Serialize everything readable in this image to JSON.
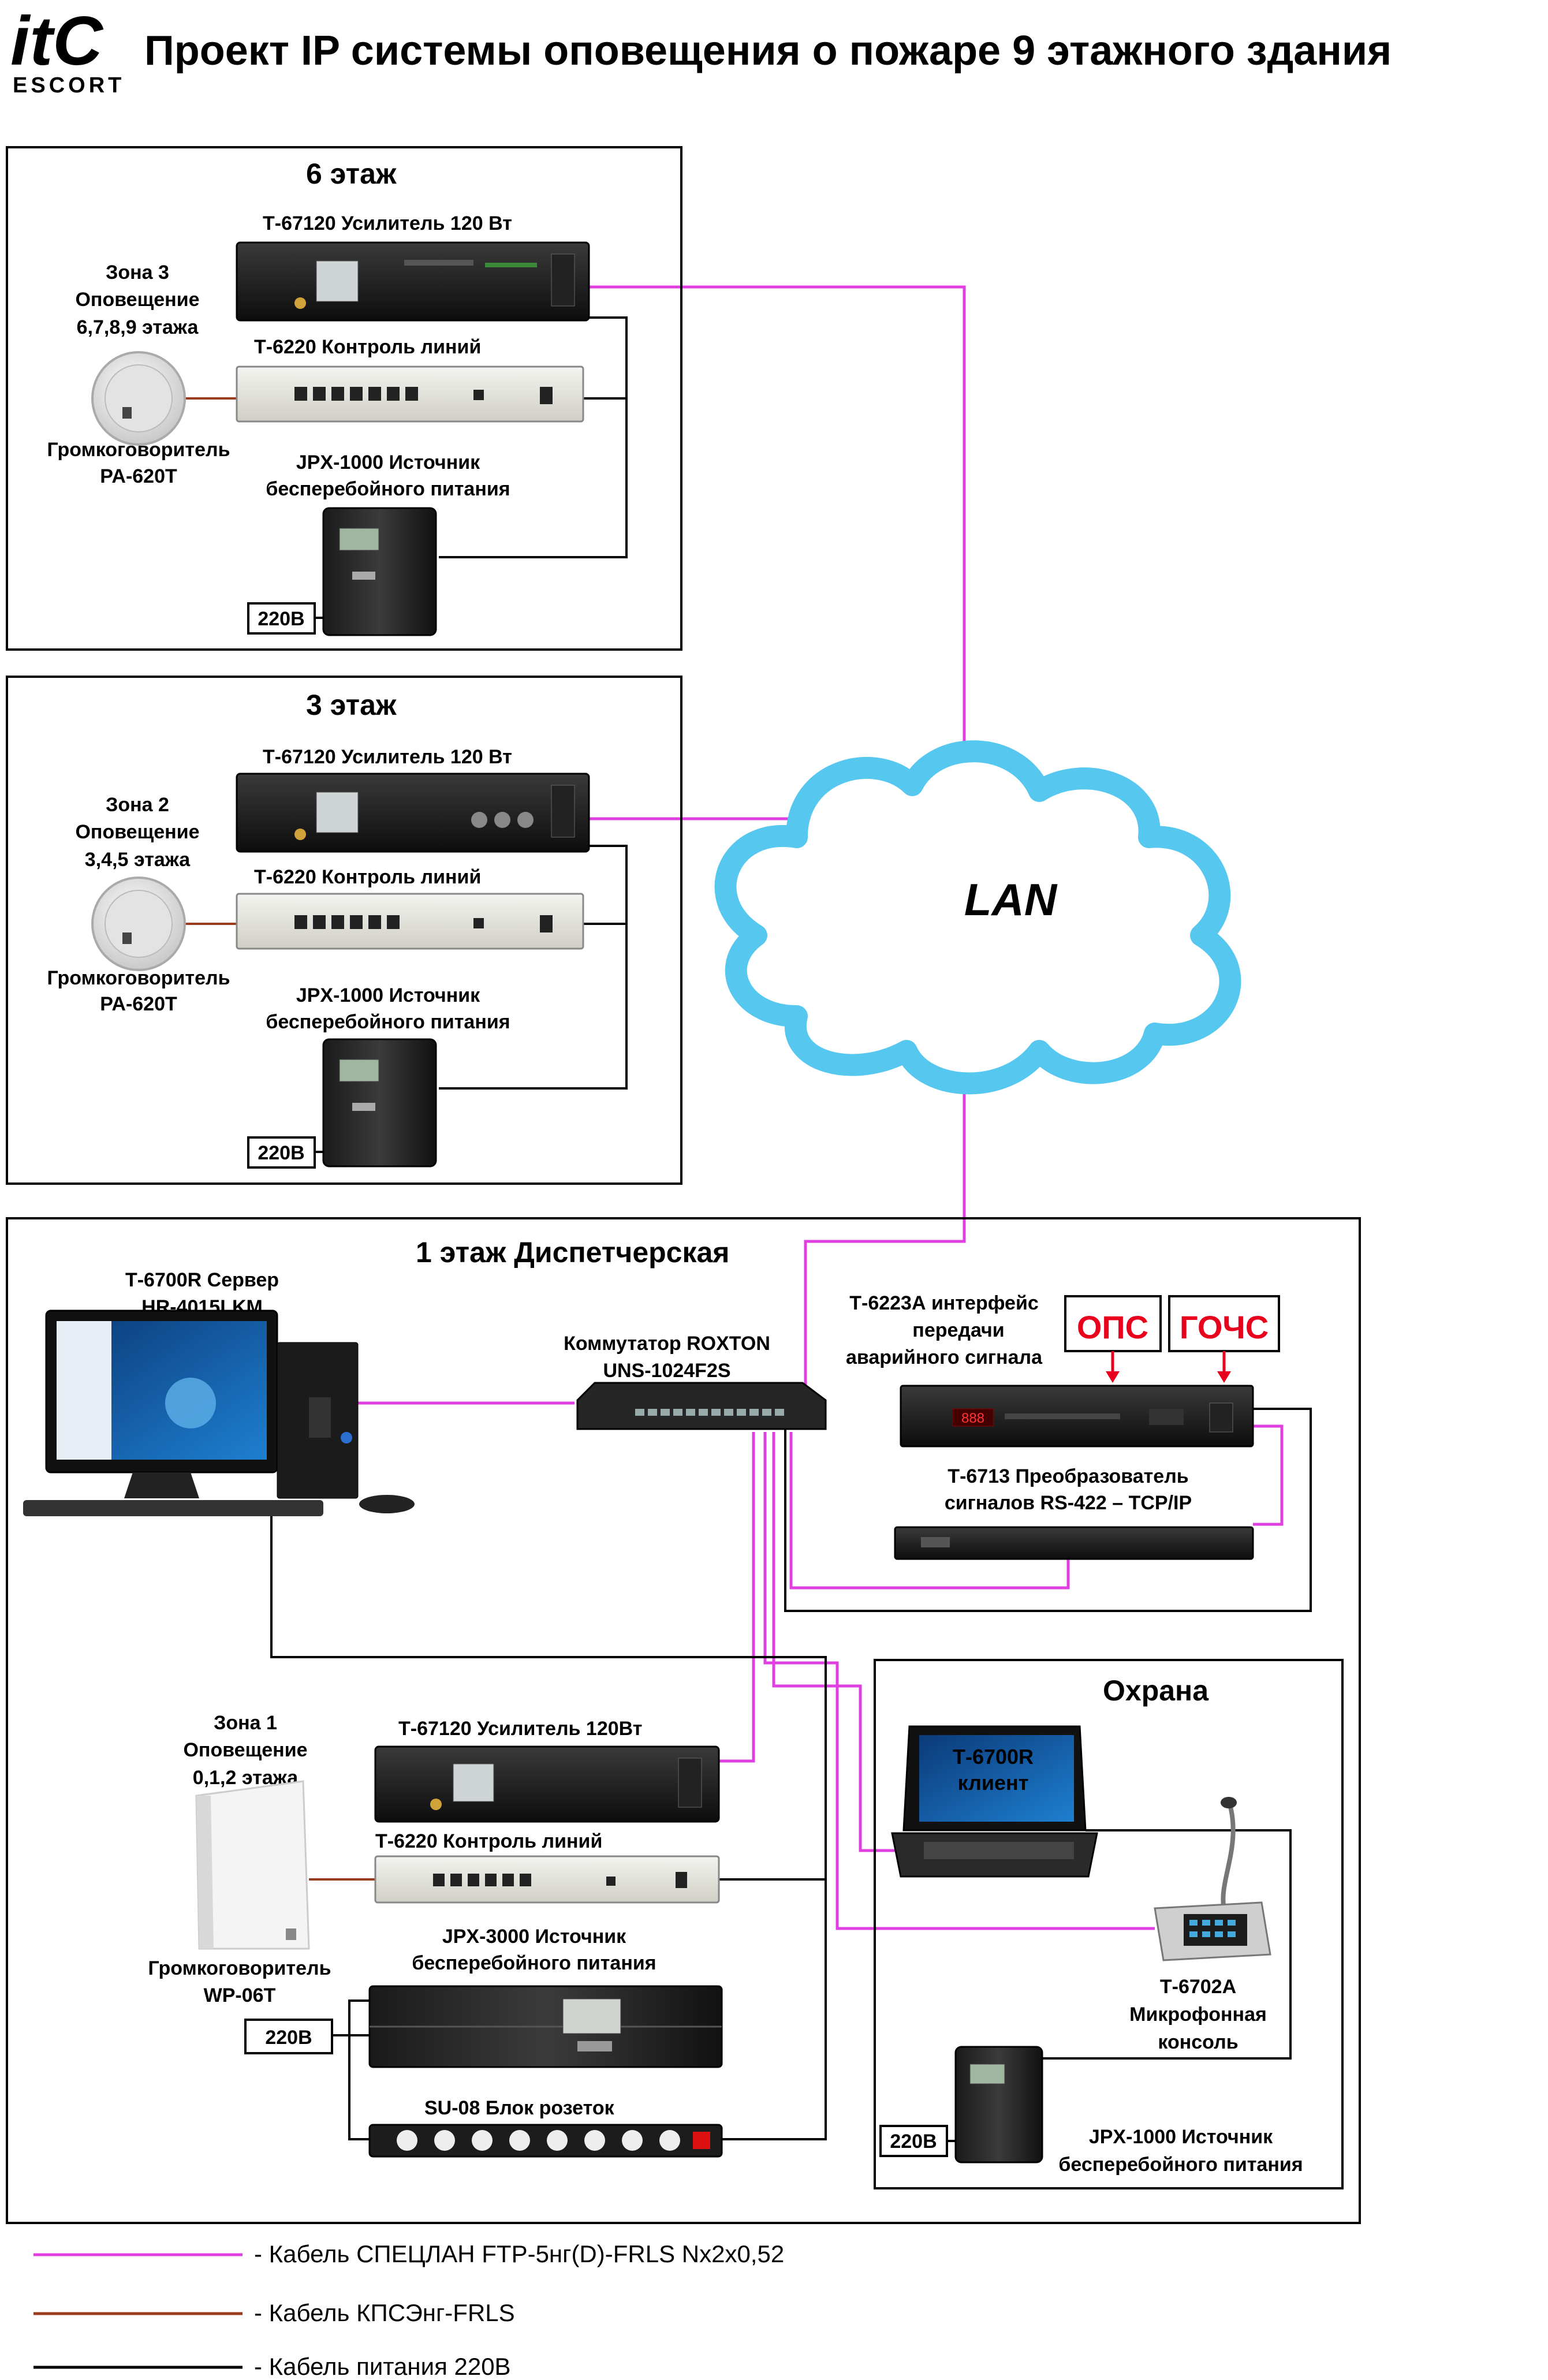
{
  "header": {
    "logo_top": "itC",
    "logo_bottom": "ESCORT",
    "title": "Проект IP системы оповещения о пожаре 9 этажного здания"
  },
  "colors": {
    "lan_cable": "#e040e0",
    "signal_cable": "#9a3b1b",
    "power_cable": "#000000",
    "cloud": "#56c8ef",
    "alarm": "#e8001c"
  },
  "floor6": {
    "title": "6 этаж",
    "amp_label": "Т-67120 Усилитель 120 Вт",
    "line_ctrl_label": "Т-6220 Контроль линий",
    "zone": [
      "Зона 3",
      "Оповещение",
      "6,7,8,9 этажа"
    ],
    "speaker": [
      "Громкоговоритель",
      "PA-620T"
    ],
    "ups": [
      "JPX-1000 Источник",
      "бесперебойного питания"
    ],
    "mains": "220В"
  },
  "floor3": {
    "title": "3 этаж",
    "amp_label": "Т-67120 Усилитель 120 Вт",
    "line_ctrl_label": "Т-6220 Контроль линий",
    "zone": [
      "Зона 2",
      "Оповещение",
      "3,4,5 этажа"
    ],
    "speaker": [
      "Громкоговоритель",
      "PA-620T"
    ],
    "ups": [
      "JPX-1000 Источник",
      "бесперебойного питания"
    ],
    "mains": "220В"
  },
  "lan": {
    "label": "LAN"
  },
  "floor1": {
    "title": "1 этаж   Диспетчерская",
    "server": [
      "Т-6700R Сервер",
      "HR-4015LKM"
    ],
    "switch": [
      "Коммутатор ROXTON",
      "UNS-1024F2S"
    ],
    "interface": [
      "Т-6223А интерфейс",
      "передачи",
      "аварийного сигнала"
    ],
    "alarm_ops": "ОПС",
    "alarm_gochs": "ГОЧС",
    "converter": [
      "Т-6713 Преобразователь",
      "сигналов RS-422 – TCP/IP"
    ],
    "zone": [
      "Зона 1",
      "Оповещение",
      "0,1,2 этажа"
    ],
    "amp_label": "Т-67120 Усилитель 120Вт",
    "line_ctrl_label": "Т-6220 Контроль линий",
    "speaker": [
      "Громкоговоритель",
      "WP-06T"
    ],
    "ups": [
      "JPX-3000 Источник",
      "бесперебойного питания"
    ],
    "mains": "220В",
    "socket": "SU-08 Блок розеток"
  },
  "security": {
    "title": "Охрана",
    "client": [
      "Т-6700R",
      "клиент"
    ],
    "mic": [
      "Т-6702А",
      "Микрофонная",
      "консоль"
    ],
    "ups": [
      "JPX-1000 Источник",
      "бесперебойного питания"
    ],
    "mains": "220В"
  },
  "legend": [
    {
      "text": "- Кабель СПЕЦЛАН FTP-5нг(D)-FRLS Nx2x0,52",
      "kind": "lan"
    },
    {
      "text": "- Кабель КПСЭнг-FRLS",
      "kind": "signal"
    },
    {
      "text": "- Кабель питания 220В",
      "kind": "power"
    }
  ]
}
